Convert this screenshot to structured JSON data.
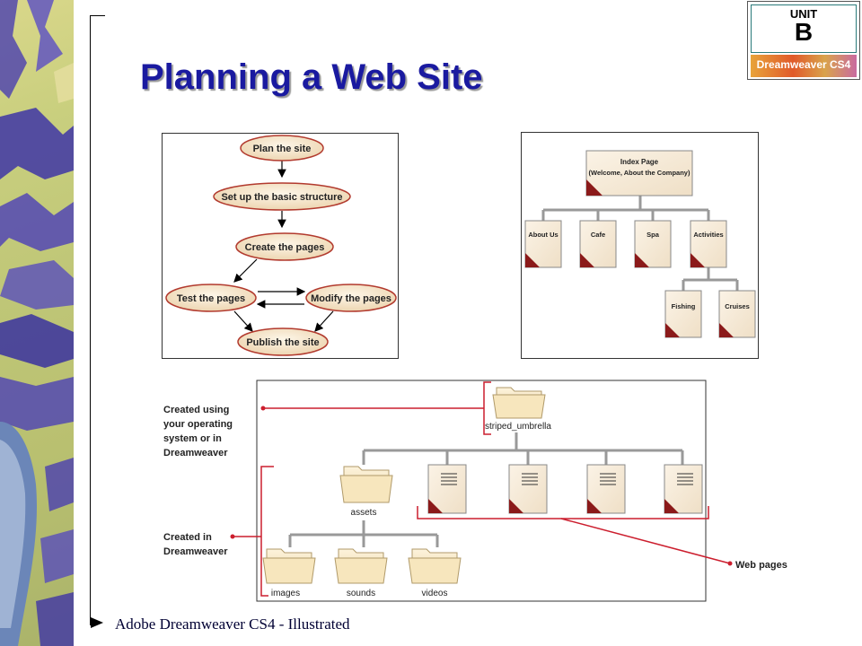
{
  "slide": {
    "title": "Planning a Web Site",
    "footer": "Adobe Dreamweaver CS4 - Illustrated"
  },
  "badge": {
    "unit_label": "UNIT",
    "unit_letter": "B",
    "product": "Dreamweaver CS4"
  },
  "flowchart": {
    "steps": [
      "Plan the site",
      "Set up the basic structure",
      "Create the pages",
      "Test the pages",
      "Modify the pages",
      "Publish the site"
    ]
  },
  "sitemap": {
    "root_line1": "Index Page",
    "root_line2": "(Welcome, About the Company)",
    "level1": [
      "About Us",
      "Cafe",
      "Spa",
      "Activities"
    ],
    "level2": [
      "Fishing",
      "Cruises"
    ]
  },
  "folder_structure": {
    "root_folder": "striped_umbrella",
    "subfolder": "assets",
    "asset_folders": [
      "images",
      "sounds",
      "videos"
    ],
    "callout_created_using": [
      "Created using",
      "your operating",
      "system or in",
      "Dreamweaver"
    ],
    "callout_created_in": [
      "Created in",
      "Dreamweaver"
    ],
    "callout_web_pages": "Web pages"
  },
  "colors": {
    "title": "#1a1aa0",
    "callout_line": "#cc1e2e",
    "oval_fill": "#f6e8cf",
    "page_corner": "#8b1a1a"
  }
}
